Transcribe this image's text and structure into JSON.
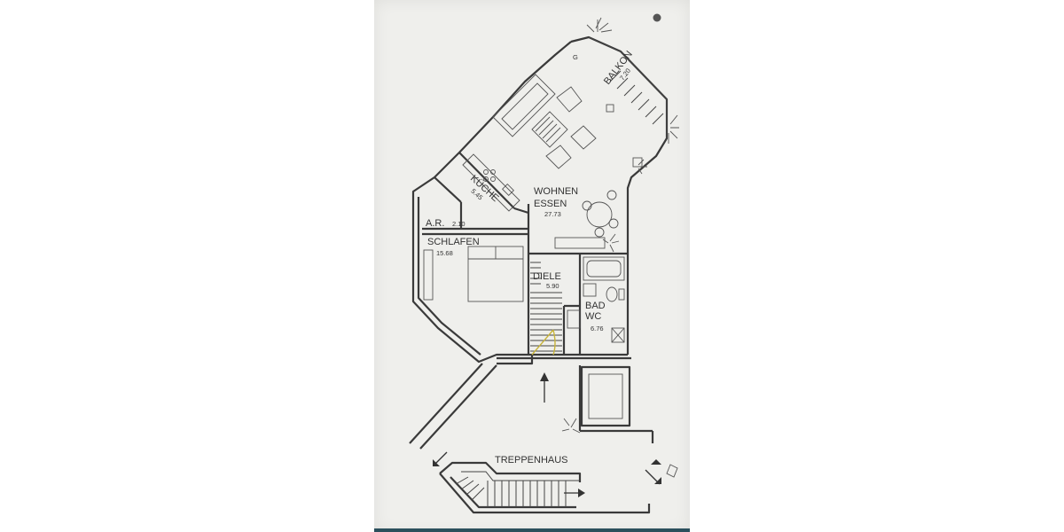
{
  "floorplan": {
    "rooms": [
      {
        "name": "BALKON",
        "area": "7.20"
      },
      {
        "name": "KÜCHE",
        "area": "5.45"
      },
      {
        "name": "WOHNEN",
        "name2": "ESSEN",
        "area": "27.73"
      },
      {
        "name": "A.R.",
        "area": "2.10"
      },
      {
        "name": "SCHLAFEN",
        "area": "15.68"
      },
      {
        "name": "DIELE",
        "area": "5.90"
      },
      {
        "name": "BAD",
        "name2": "WC",
        "area": "6.76"
      }
    ],
    "stair_label": "TREPPENHAUS",
    "balcony_mark": "G"
  }
}
